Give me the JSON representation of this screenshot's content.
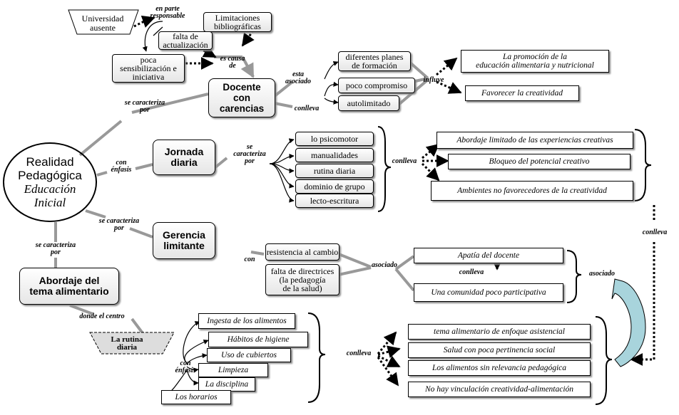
{
  "central": {
    "line1": "Realidad",
    "line2": "Pedagógica",
    "line3": "Educación",
    "line4": "Inicial"
  },
  "main_nodes": {
    "docente": "Docente\ncon\ncarencias",
    "jornada": "Jornada\ndiaria",
    "gerencia": "Gerencia\nlimitante",
    "abordaje": "Abordaje del\ntema alimentario"
  },
  "top": {
    "universidad": "Universidad\nausente",
    "limitaciones": "Limitaciones\nbibliográficas",
    "falta_actualizacion": "falta de\nactualización",
    "poca_sensibilizacion": "poca\nsensibilización e\niniciativa",
    "planes": "diferentes planes\nde formación",
    "compromiso": "poco compromiso",
    "autolimitado": "autolimitado",
    "promocion": "La promoción de la\neducación alimentaria y nutricional",
    "creatividad": "Favorecer la creatividad"
  },
  "jornada_items": [
    "lo psicomotor",
    "manualidades",
    "rutina diaria",
    "dominio de grupo",
    "lecto-escritura"
  ],
  "jornada_results": [
    "Abordaje limitado de las experiencias creativas",
    "Bloqueo del potencial creativo",
    "Ambientes no favorecedores de la creatividad"
  ],
  "gerencia_items": {
    "resistencia": "resistencia al cambio",
    "directrices": "falta de directrices\n(la pedagogía\nde la salud)"
  },
  "gerencia_results": {
    "apatia": "Apatía del docente",
    "comunidad": "Una comunidad poco participativa"
  },
  "rutina": {
    "label": "La rutina\ndiaria"
  },
  "rutina_items": [
    "Ingesta de los alimentos",
    "Hábitos de higiene",
    "Uso de cubiertos",
    "Limpieza",
    "La disciplina",
    "Los horarios"
  ],
  "final_results": [
    "tema alimentario de enfoque asistencial",
    "Salud con poca pertinencia social",
    "Los alimentos sin relevancia pedagógica",
    "No hay vinculación creatividad-alimentación"
  ],
  "link_labels": {
    "en_parte": "en parte\nresponsable",
    "es_causa": "es causa\nde",
    "esta_asociado": "esta\nasociado",
    "influye": "influye",
    "conlleva_docente": "conlleva",
    "se_caracteriza_docente": "se caracteriza\npor",
    "con_enfasis_jornada": "con\nénfasis",
    "se_caracteriza_jornada": "se\ncaracteriza\npor",
    "conlleva_jornada": "conlleva",
    "se_caracteriza_gerencia": "se caracteriza\npor",
    "con_gerencia": "con",
    "asociado_gerencia": "asociado",
    "conlleva_apatia": "conlleva",
    "asociado_right": "asociado",
    "conlleva_right": "conlleva",
    "se_caracteriza_abordaje": "se caracteriza\npor",
    "donde_el_centro": "donde el centro",
    "con_enfasis_rutina": "con\nénfasis",
    "conlleva_rutina": "conlleva"
  },
  "colors": {
    "line_gray": "#999999",
    "arrow_teal": "#a8d4dc",
    "shadow": "#888888"
  }
}
